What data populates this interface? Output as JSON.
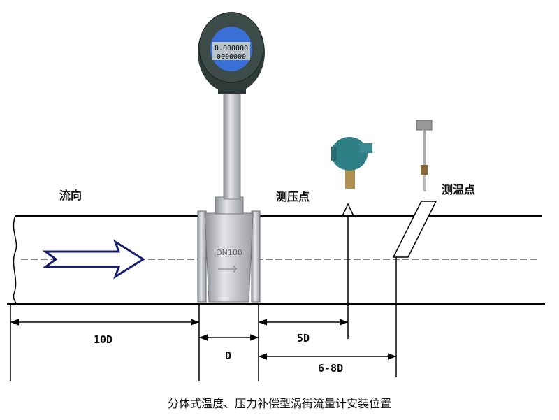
{
  "labels": {
    "flow_direction": "流向",
    "pressure_point": "测压点",
    "temperature_point": "测温点"
  },
  "dimensions": {
    "upstream": "10D",
    "diameter": "D",
    "pressure_dist": "5D",
    "temp_dist": "6-8D"
  },
  "meter": {
    "body_marking": "DN100",
    "display_line1": "0.000000",
    "display_line2": "0000000"
  },
  "caption": "分体式温度、压力补偿型涡街流量计安装位置",
  "colors": {
    "flow_arrow": "#1a1f6e",
    "lines": "#000000",
    "display": "#3a6fd8"
  }
}
